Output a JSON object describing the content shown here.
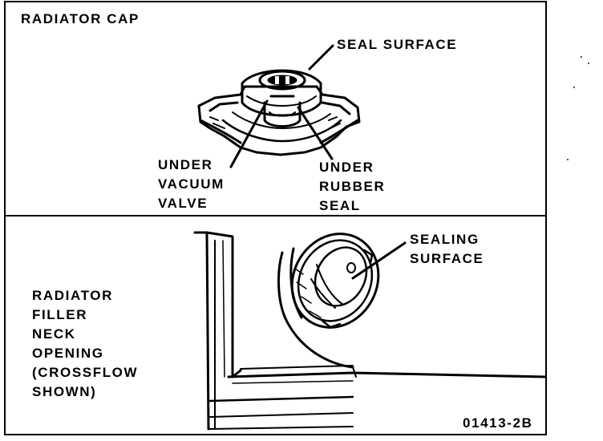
{
  "top_panel": {
    "title": "RADIATOR CAP",
    "callouts": {
      "seal_surface": "SEAL SURFACE",
      "under_vacuum_valve": [
        "UNDER",
        "VACUUM",
        "VALVE"
      ],
      "under_rubber_seal": [
        "UNDER",
        "RUBBER",
        "SEAL"
      ]
    }
  },
  "bottom_panel": {
    "title": [
      "RADIATOR",
      "FILLER",
      "NECK",
      "OPENING",
      "(CROSSFLOW",
      "SHOWN)"
    ],
    "callouts": {
      "sealing_surface": [
        "SEALING",
        "SURFACE"
      ]
    }
  },
  "figure_id": "01413-2B"
}
